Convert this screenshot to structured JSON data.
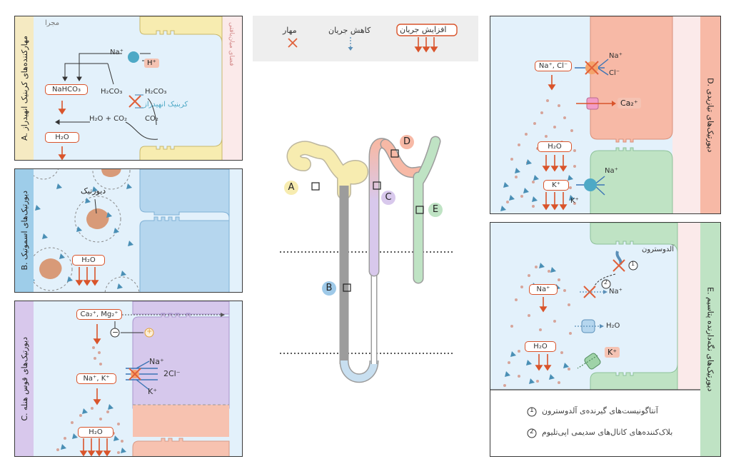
{
  "legend": {
    "increase_flow": "افزایش جریان",
    "decrease_flow": "کاهش جریان",
    "inhibitor": "مهار"
  },
  "nephron": {
    "labels": [
      "A",
      "B",
      "C",
      "D",
      "E"
    ],
    "colors": {
      "A": "#f7ecb0",
      "B": "#9ec9e8",
      "C": "#d8c8ec",
      "D": "#f7b9a6",
      "E": "#bfe3c4"
    }
  },
  "panel_a": {
    "side_label": "مهارکننده‌های کربنیک انهیدراز",
    "side_letter": "A.",
    "lumen": "مجرا",
    "interstitium": "فضای میان‌بافتی",
    "na": "Na⁺",
    "h": "H⁺",
    "nahco3": "NaHCO₃",
    "h2co3_left": "H₂CO₃",
    "h2co3_right": "H₂CO₃",
    "enzyme": "کربنیک انهیدراز",
    "h2o_co2": "H₂O + CO₂",
    "co2": "CO₂",
    "h2o": "H₂O"
  },
  "panel_b": {
    "side_label": "دیورتیک‌های اسموتیک",
    "side_letter": "B.",
    "diuretic": "دیورتیک",
    "h2o": "H₂O"
  },
  "panel_c": {
    "side_label": "دیورتیک‌های قوس هنله",
    "side_letter": "C.",
    "ca_mg": "Ca₂⁺, Mg₂⁺",
    "na_k": "Na⁺, K⁺",
    "na": "Na⁺",
    "cl": "2Cl⁻",
    "k": "K⁺",
    "h2o": "H₂O",
    "minus": "−",
    "plus": "+"
  },
  "panel_d": {
    "side_label": "دیورتیک‌های تیازیدی",
    "side_letter": "D.",
    "na_cl": "Na⁺, Cl⁻",
    "na": "Na⁺",
    "cl": "Cl⁻",
    "ca": "Ca₂⁺",
    "h2o": "H₂O",
    "k": "K⁺",
    "na2": "Na⁺",
    "k2": "K⁺"
  },
  "panel_e": {
    "side_label": "دیورتیک‌های نگه‌دارنده پتاسیم",
    "side_letter": "E.",
    "aldosterone": "آلدوسترون",
    "na": "Na⁺",
    "na_channel": "Na⁺",
    "h2o_channel": "H₂O",
    "h2o": "H₂O",
    "k": "K⁺",
    "marker1": "1",
    "marker2": "2",
    "note1": "آنتاگونیست‌های گیرنده‌ی آلدوسترون",
    "note2": "بلاک‌کننده‌های کانال‌های سدیمی اپی‌تلیوم"
  }
}
